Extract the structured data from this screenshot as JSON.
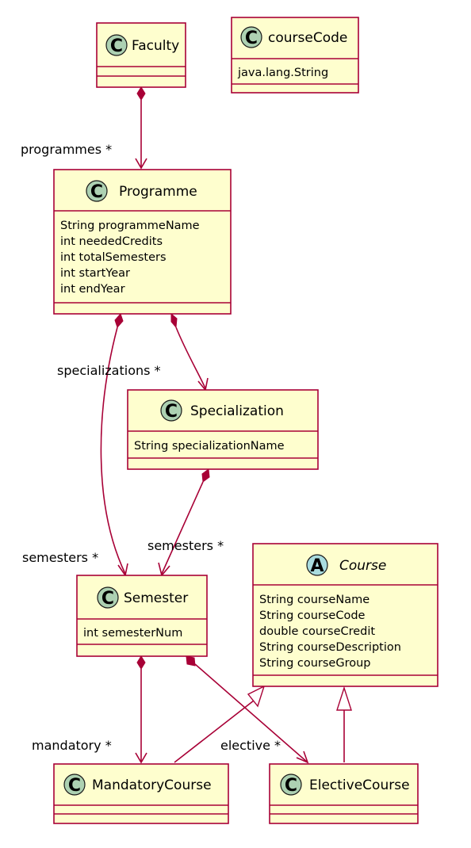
{
  "classes": {
    "faculty": {
      "stereotype": "C",
      "name": "Faculty",
      "attributes": []
    },
    "course_code": {
      "stereotype": "C",
      "name": "courseCode",
      "attributes": [
        "java.lang.String"
      ]
    },
    "programme": {
      "stereotype": "C",
      "name": "Programme",
      "attributes": [
        "String programmeName",
        "int neededCredits",
        "int totalSemesters",
        "int startYear",
        "int endYear"
      ]
    },
    "specialization": {
      "stereotype": "C",
      "name": "Specialization",
      "attributes": [
        "String specializationName"
      ]
    },
    "semester": {
      "stereotype": "C",
      "name": "Semester",
      "attributes": [
        "int semesterNum"
      ]
    },
    "course": {
      "stereotype": "A",
      "name": "Course",
      "attributes": [
        "String courseName",
        "String courseCode",
        "double courseCredit",
        "String courseDescription",
        "String courseGroup"
      ]
    },
    "mandatory_course": {
      "stereotype": "C",
      "name": "MandatoryCourse",
      "attributes": []
    },
    "elective_course": {
      "stereotype": "C",
      "name": "ElectiveCourse",
      "attributes": []
    }
  },
  "relations": {
    "faculty_programmes": "programmes *",
    "programme_specializations": "specializations *",
    "programme_semesters": "semesters *",
    "specialization_semesters": "semesters *",
    "semester_mandatory": "mandatory *",
    "semester_elective": "elective *"
  }
}
